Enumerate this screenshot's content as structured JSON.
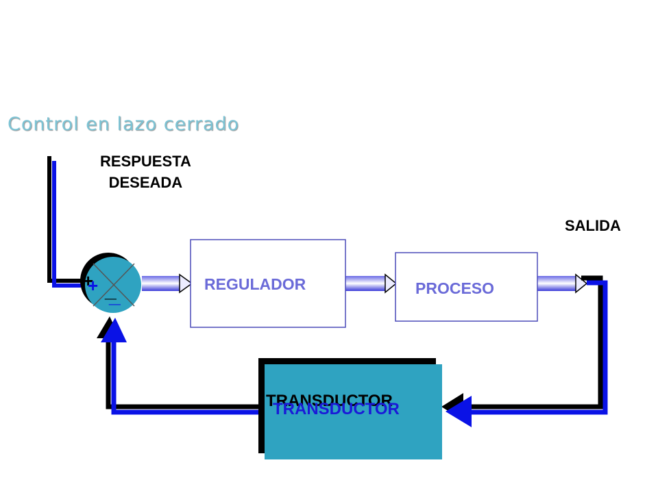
{
  "title": "Control en lazo cerrado",
  "labels": {
    "desired_line1": "RESPUESTA",
    "desired_line2": "DESEADA",
    "output": "SALIDA"
  },
  "blocks": {
    "regulator": "REGULADOR",
    "process": "PROCESO",
    "transducer": "TRANSDUCTOR"
  },
  "summing_junction": {
    "plus": "+",
    "minus": "_"
  },
  "colors": {
    "title": "#7cc3d4",
    "signal_line": "#0a12e6",
    "transducer_fill": "#2fa3c1",
    "summing_junction_fill": "#2fa3c1",
    "block_text": "#6a6ad8",
    "transducer_text": "#1a1ad8"
  }
}
